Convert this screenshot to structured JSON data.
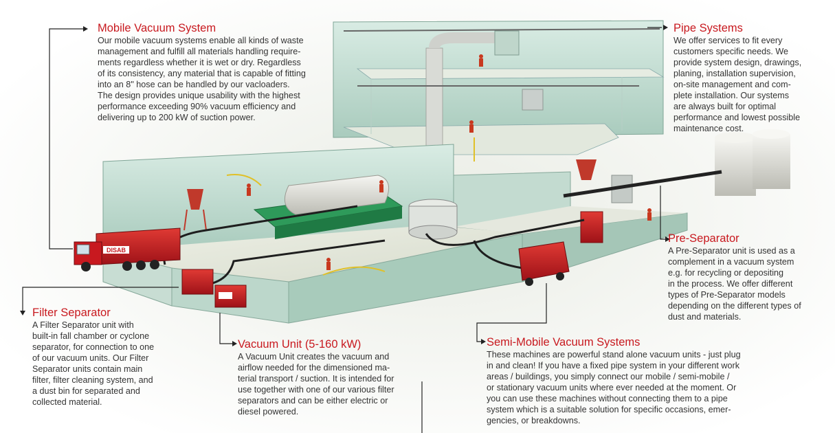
{
  "callouts": {
    "mobile_vacuum": {
      "title": "Mobile Vacuum System",
      "body": "Our mobile vacuum systems enable all kinds of waste\nmanagement and fulfill all materials handling require-\nments regardless whether it is wet or dry. Regardless\nof its consistency, any material that is capable of fitting\ninto an 8\" hose can be handled by our vacloaders.\nThe design provides unique usability with the highest\nperformance exceeding 90% vacuum efficiency and\ndelivering up to 200 kW of suction power."
    },
    "pipe_systems": {
      "title": "Pipe Systems",
      "body": "We offer services to fit every\ncustomers specific needs. We\nprovide system design, drawings,\nplaning, installation supervision,\non-site management and com-\nplete installation. Our systems\nare always built for optimal\nperformance and lowest possible\nmaintenance cost."
    },
    "pre_separator": {
      "title": "Pre-Separator",
      "body": "A Pre-Separator unit is used as a\ncomplement in a vacuum system\ne.g. for recycling or depositing\nin the process. We offer different\ntypes of Pre-Separator models\ndepending on the different types of\ndust and materials."
    },
    "filter_separator": {
      "title": "Filter Separator",
      "body": "A Filter Separator unit with\nbuilt-in fall chamber or cyclone\nseparator, for connection to one\nof our vacuum units. Our Filter\nSeparator units contain main\nfilter, filter cleaning system, and\na dust bin for separated and\ncollected material."
    },
    "vacuum_unit": {
      "title": "Vacuum Unit (5-160 kW)",
      "body": "A Vacuum Unit creates the vacuum and\nairflow needed for the dimensioned ma-\nterial transport / suction. It is intended for\nuse together with one of our various filter\nseparators and can be either electric or\ndiesel powered."
    },
    "semi_mobile": {
      "title": "Semi-Mobile Vacuum Systems",
      "body": "These machines are powerful stand alone vacuum units - just plug\nin and clean! If you have a fixed pipe system in your different work\nareas / buildings, you simply connect our mobile / semi-mobile /\nor stationary vacuum units where ever needed at the moment. Or\nyou can use these machines without connecting them to a pipe\nsystem which is a suitable solution for specific occasions, emer-\ngencies, or breakdowns."
    }
  },
  "illustration": {
    "truck_brand": "DISAB"
  },
  "colors": {
    "heading": "#c8191f",
    "body_text": "#333333",
    "wall": "#cfe5dc",
    "wall_dark": "#9fc4b4",
    "machine_red": "#c8191f",
    "conveyor_green": "#2e9a5a"
  }
}
